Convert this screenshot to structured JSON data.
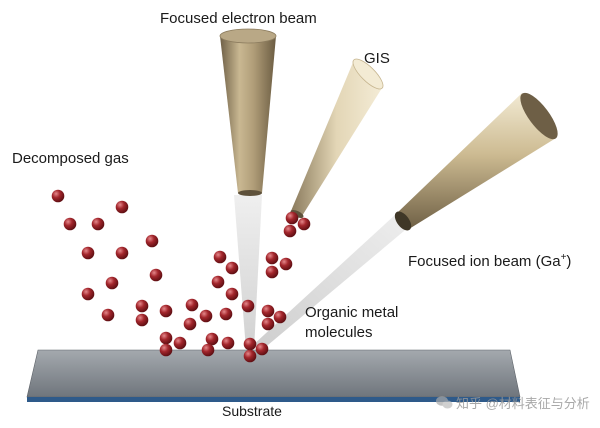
{
  "labels": {
    "electron_beam": "Focused electron beam",
    "gis": "GIS",
    "decomposed_gas": "Decomposed gas",
    "ion_beam_prefix": "Focused ion beam (Ga",
    "ion_beam_sup": "+",
    "ion_beam_suffix": ")",
    "organic_line1": "Organic metal",
    "organic_line2": "molecules",
    "substrate": "Substrate"
  },
  "watermark": {
    "text": "知乎 @材料表征与分析",
    "icon": "wechat-icon"
  },
  "colors": {
    "molecule": "#a0262b",
    "nozzle": "#c4b28e",
    "beam": "#d9d9d9",
    "substrate_top": "#8c9299",
    "substrate_edge": "#2e5a8a"
  }
}
